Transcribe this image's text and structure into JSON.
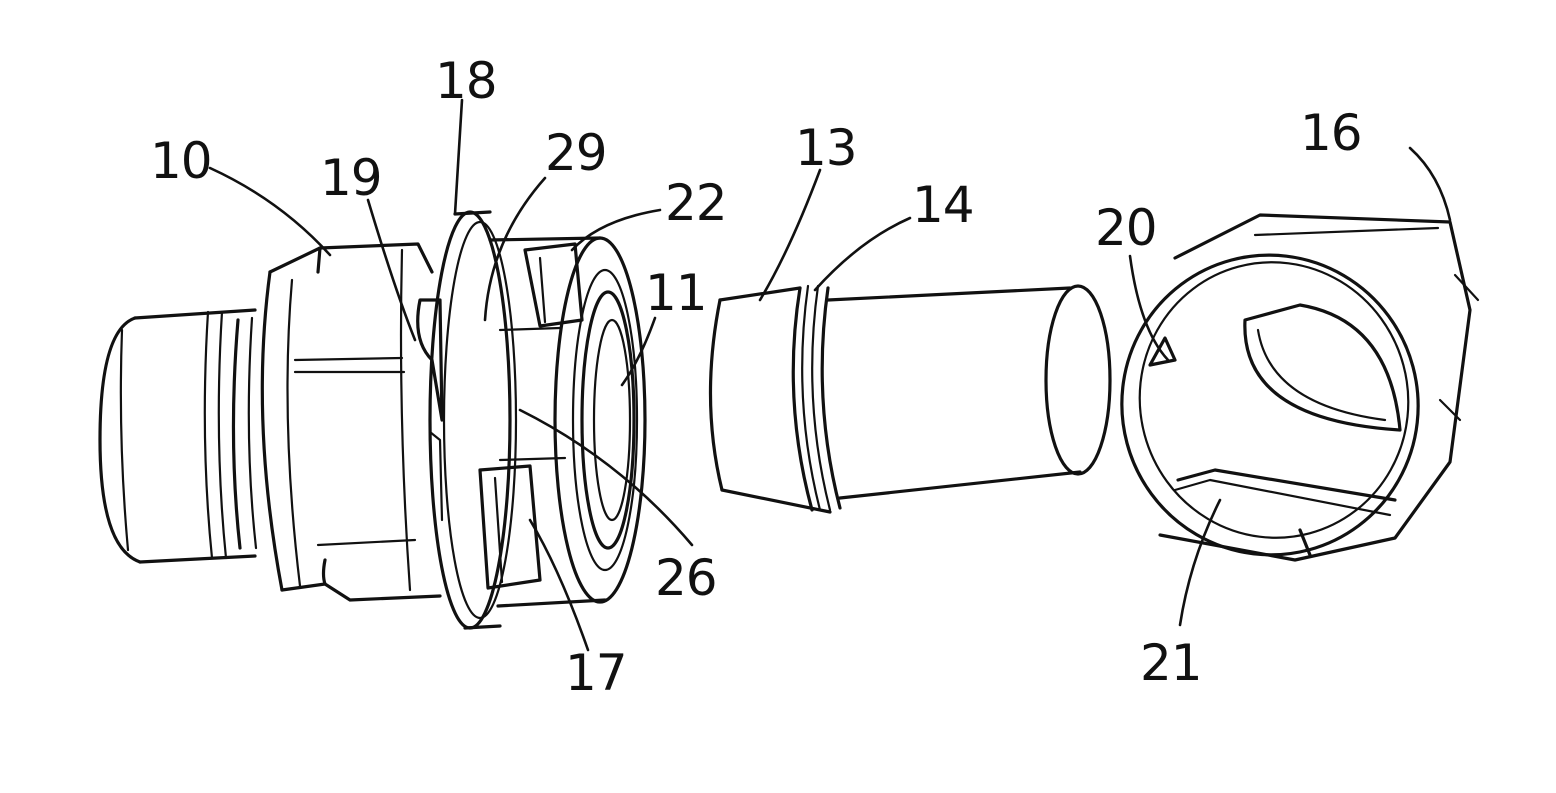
{
  "figure": {
    "reference_numerals": {
      "n10": "10",
      "n11": "11",
      "n13": "13",
      "n14": "14",
      "n16": "16",
      "n17": "17",
      "n18": "18",
      "n19": "19",
      "n20": "20",
      "n21": "21",
      "n22": "22",
      "n26": "26",
      "n29": "29"
    },
    "colors": {
      "ink": "#111111",
      "paper": "#ffffff"
    }
  }
}
